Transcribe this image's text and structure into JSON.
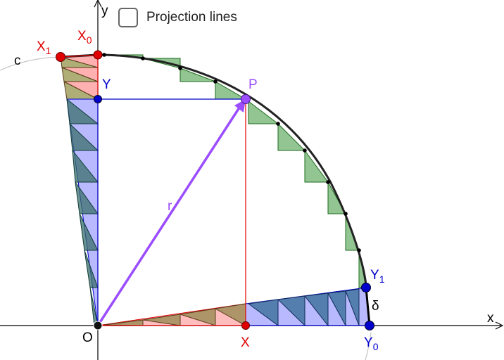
{
  "checkbox": {
    "label": "Projection lines",
    "checked": false
  },
  "labels": {
    "x_axis": "x",
    "y_axis": "y",
    "origin": "O",
    "circle": "c",
    "P": "P",
    "X": "X",
    "Y": "Y",
    "r": "r",
    "delta": "δ",
    "X1": {
      "base": "X",
      "sub": "1"
    },
    "X0": {
      "base": "X",
      "sub": "0"
    },
    "Y1": {
      "base": "Y",
      "sub": "1"
    },
    "Y0": {
      "base": "Y",
      "sub": "0"
    }
  },
  "colors": {
    "red": "#e00000",
    "blue": "#0000cc",
    "purple": "#9b4dff",
    "green_fill": "#2e8b2e",
    "red_fill": "#ff9a9a",
    "blue_fill": "#7f7fff",
    "axis": "#000000"
  }
}
